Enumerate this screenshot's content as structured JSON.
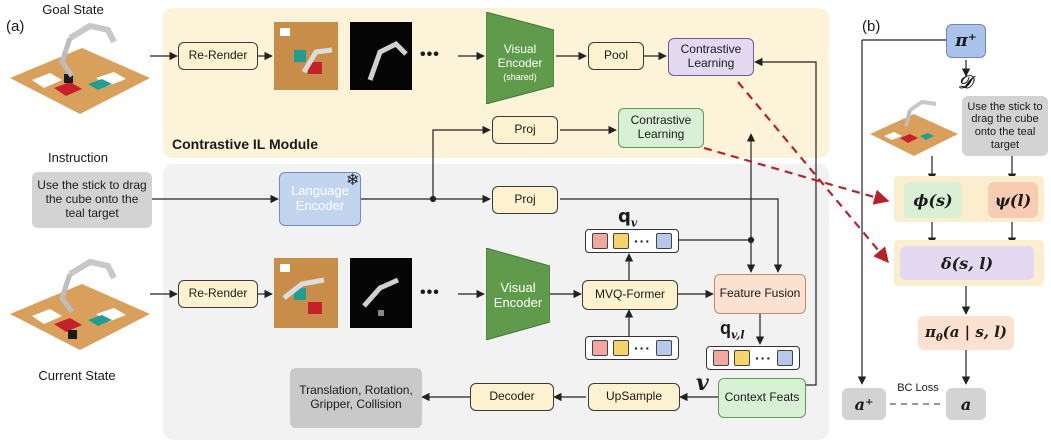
{
  "panel_labels": {
    "a": "(a)",
    "b": "(b)"
  },
  "left": {
    "goal_state": "Goal State",
    "instruction": "Instruction",
    "instruction_text": "Use the stick to drag the cube onto the teal target",
    "current_state": "Current State",
    "contrastive_module": "Contrastive IL Module",
    "re_render_top": "Re-Render",
    "re_render_bottom": "Re-Render",
    "visual_encoder_top": "Visual Encoder",
    "visual_encoder_shared": "(shared)",
    "visual_encoder_bottom": "Visual Encoder",
    "pool": "Pool",
    "contrastive_learning_top": "Contrastive Learning",
    "contrastive_learning_mid": "Contrastive Learning",
    "proj_top": "Proj",
    "proj_mid": "Proj",
    "language_encoder": "Language Encoder",
    "mvq_former": "MVQ-Former",
    "feature_fusion": "Feature Fusion",
    "q_v": "q",
    "q_v_sub": "v",
    "q_vl": "q",
    "q_vl_sub": "v,l",
    "v_symbol": "v",
    "context_feats": "Context Feats",
    "upsample": "UpSample",
    "decoder": "Decoder",
    "outputs": "Translation, Rotation, Gripper, Collision",
    "ellipsis": "•••",
    "token_dots": "···"
  },
  "right": {
    "pi_plus": "π⁺",
    "dataset": "𝒟",
    "instruction_text": "Use the stick to drag the cube onto the teal target",
    "phi": "ϕ(s)",
    "psi": "ψ(l)",
    "delta": "δ(s, l)",
    "policy": "πθ(a | s, l)",
    "policy_main": "π",
    "policy_sub": "θ",
    "policy_args": "(a | s, l)",
    "a_plus": "a⁺",
    "a": "a",
    "bc_loss": "BC Loss"
  },
  "colors": {
    "yellow_panel": "#fcf3d9",
    "gray_panel": "#f2f2f2",
    "encoder_green": "#5f9b4a",
    "language_blue": "#c3d5ee",
    "dashed_red": "#b8202a",
    "token_red": "#f2a7a0",
    "token_yellow": "#f7d36b",
    "token_blue": "#b7c9ea"
  },
  "icons": {
    "snowflake": "snowflake-icon"
  }
}
